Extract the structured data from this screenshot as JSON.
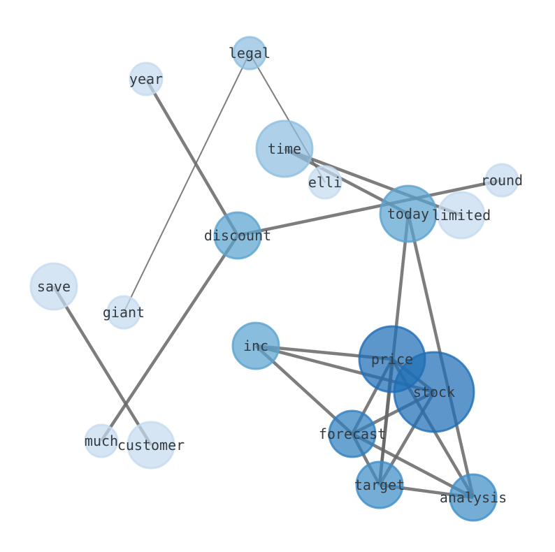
{
  "chart_data": {
    "type": "network",
    "title": "",
    "nodes": [
      {
        "id": "legal",
        "size": 2,
        "color": "#8fbfe0"
      },
      {
        "id": "year",
        "size": 1,
        "color": "#c6dbef"
      },
      {
        "id": "time",
        "size": 3,
        "color": "#8fbfe0"
      },
      {
        "id": "elli",
        "size": 1,
        "color": "#c6dbef"
      },
      {
        "id": "round",
        "size": 1,
        "color": "#c6dbef"
      },
      {
        "id": "today",
        "size": 5,
        "color": "#5ba3d0"
      },
      {
        "id": "limited",
        "size": 1,
        "color": "#c6dbef"
      },
      {
        "id": "discount",
        "size": 3,
        "color": "#5ba3d0"
      },
      {
        "id": "save",
        "size": 1,
        "color": "#c6dbef"
      },
      {
        "id": "giant",
        "size": 1,
        "color": "#c6dbef"
      },
      {
        "id": "inc",
        "size": 3,
        "color": "#5ba3d0"
      },
      {
        "id": "price",
        "size": 7,
        "color": "#1f6eb5"
      },
      {
        "id": "stock",
        "size": 7,
        "color": "#1f6eb5"
      },
      {
        "id": "forecast",
        "size": 5,
        "color": "#2f7fc1"
      },
      {
        "id": "much",
        "size": 1,
        "color": "#c6dbef"
      },
      {
        "id": "customer",
        "size": 1,
        "color": "#c6dbef"
      },
      {
        "id": "target",
        "size": 5,
        "color": "#3f8fc8"
      },
      {
        "id": "analysis",
        "size": 5,
        "color": "#3f8fc8"
      }
    ],
    "edges": [
      {
        "source": "legal",
        "target": "elli",
        "weight": 1
      },
      {
        "source": "legal",
        "target": "giant",
        "weight": 1
      },
      {
        "source": "year",
        "target": "discount",
        "weight": 2
      },
      {
        "source": "time",
        "target": "today",
        "weight": 2
      },
      {
        "source": "time",
        "target": "limited",
        "weight": 2
      },
      {
        "source": "discount",
        "target": "round",
        "weight": 2
      },
      {
        "source": "discount",
        "target": "much",
        "weight": 2
      },
      {
        "source": "save",
        "target": "customer",
        "weight": 2
      },
      {
        "source": "today",
        "target": "target",
        "weight": 2
      },
      {
        "source": "today",
        "target": "analysis",
        "weight": 2
      },
      {
        "source": "inc",
        "target": "price",
        "weight": 2
      },
      {
        "source": "inc",
        "target": "stock",
        "weight": 2
      },
      {
        "source": "inc",
        "target": "forecast",
        "weight": 2
      },
      {
        "source": "price",
        "target": "stock",
        "weight": 2
      },
      {
        "source": "price",
        "target": "forecast",
        "weight": 2
      },
      {
        "source": "price",
        "target": "target",
        "weight": 2
      },
      {
        "source": "price",
        "target": "analysis",
        "weight": 2
      },
      {
        "source": "stock",
        "target": "forecast",
        "weight": 2
      },
      {
        "source": "stock",
        "target": "target",
        "weight": 2
      },
      {
        "source": "forecast",
        "target": "target",
        "weight": 2
      },
      {
        "source": "forecast",
        "target": "analysis",
        "weight": 2
      },
      {
        "source": "target",
        "target": "analysis",
        "weight": 2
      }
    ]
  }
}
